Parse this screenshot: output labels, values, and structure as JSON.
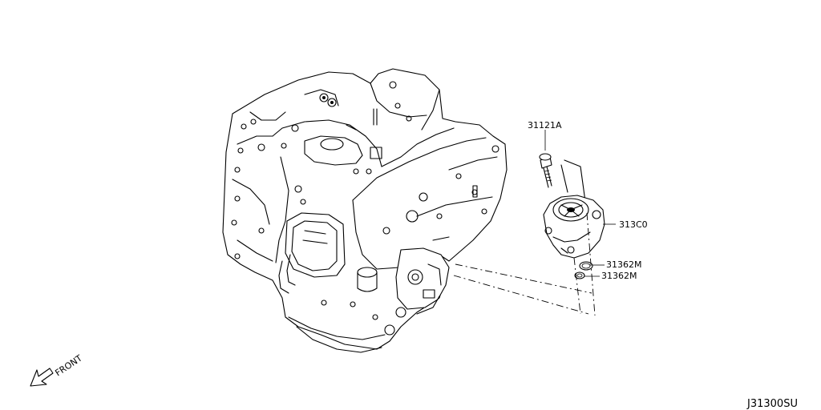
{
  "parts": {
    "bolt": "31121A",
    "pump": "313C0",
    "oring_upper": "31362M",
    "oring_lower": "31362M"
  },
  "front_label": "FRONT",
  "diagram_code": "J31300SU"
}
